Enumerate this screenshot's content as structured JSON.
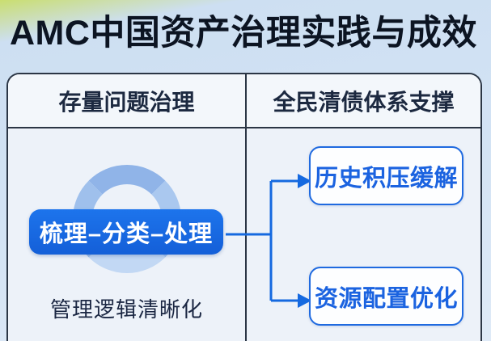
{
  "page": {
    "title": "AMC中国资产治理实践与成效"
  },
  "table": {
    "columns": [
      {
        "header": "存量问题治理",
        "node_label": "梳理–分类–处理",
        "caption": "管理逻辑清晰化"
      },
      {
        "header": "全民清债体系支撑",
        "items": [
          "历史积压缓解",
          "资源配置优化"
        ]
      }
    ]
  },
  "icons": {
    "arrow_right": "solid triangle arrowhead pointing right"
  },
  "colors": {
    "background_top": "#cddff2",
    "background_bottom": "#dfeaf7",
    "title_text": "#0c1422",
    "board_border": "#2b3645",
    "header_cell_bg": "#f3f7fb",
    "body_cell_bg": "#edf2f9",
    "header_text": "#1c2940",
    "node_pill_bg": "#1767e2",
    "node_pill_text": "#ffffff",
    "ring_blue": "#a6c5ee",
    "connector_blue": "#1569e0",
    "result_box_border": "#1f6ae0",
    "result_box_text": "#1b63e0",
    "result_box_bg": "#fdfeff",
    "caption_text": "#1b2743"
  }
}
